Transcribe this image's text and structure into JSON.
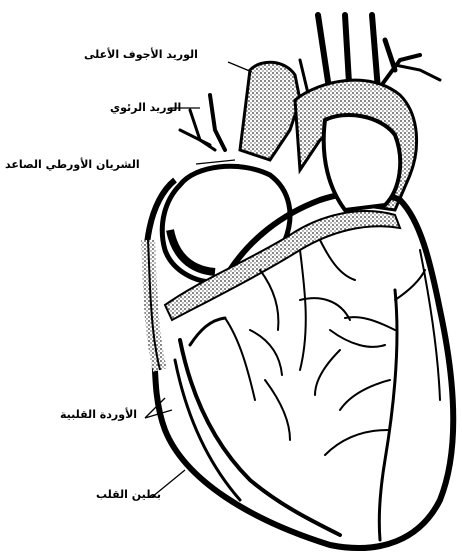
{
  "labels": {
    "superior_vena_cava": "الوريد الأجوف الأعلى",
    "pulmonary_vein": "الوريد الرئوي",
    "ascending_aorta": "الشريان الأورطي الصاعد",
    "cardiac_veins": "الأوردة القلبية",
    "ventricle": "بطين القلب"
  },
  "colors": {
    "ink": "#000000",
    "paper": "#ffffff",
    "stipple": "#555555"
  }
}
